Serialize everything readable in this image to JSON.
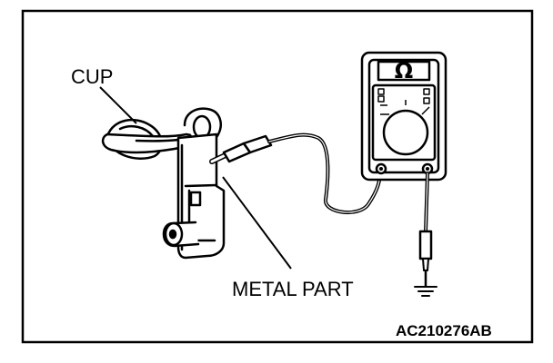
{
  "labels": {
    "cup": "CUP",
    "metal_part": "METAL PART",
    "meter_symbol": "Ω",
    "figure_code": "AC210276AB"
  }
}
